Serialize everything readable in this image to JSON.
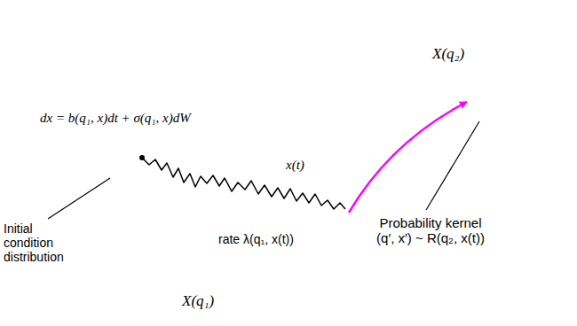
{
  "diagram": {
    "nodes": [
      {
        "text": [
          "dx = b(q₁, x)dt + σ(q₁, x)dW",
          "x(t)",
          "rate λ(q₁, x(t))",
          "X(q₁)"
        ]
      },
      {
        "text": [
          "X(q₂)"
        ]
      }
    ],
    "edges": [
      {
        "from": 0,
        "to": 1,
        "arrow": "to"
      }
    ],
    "labels": [
      "Initial condition distribution",
      "Probability kernel (q′, x′) ~ R(q₂, x(t))"
    ]
  }
}
